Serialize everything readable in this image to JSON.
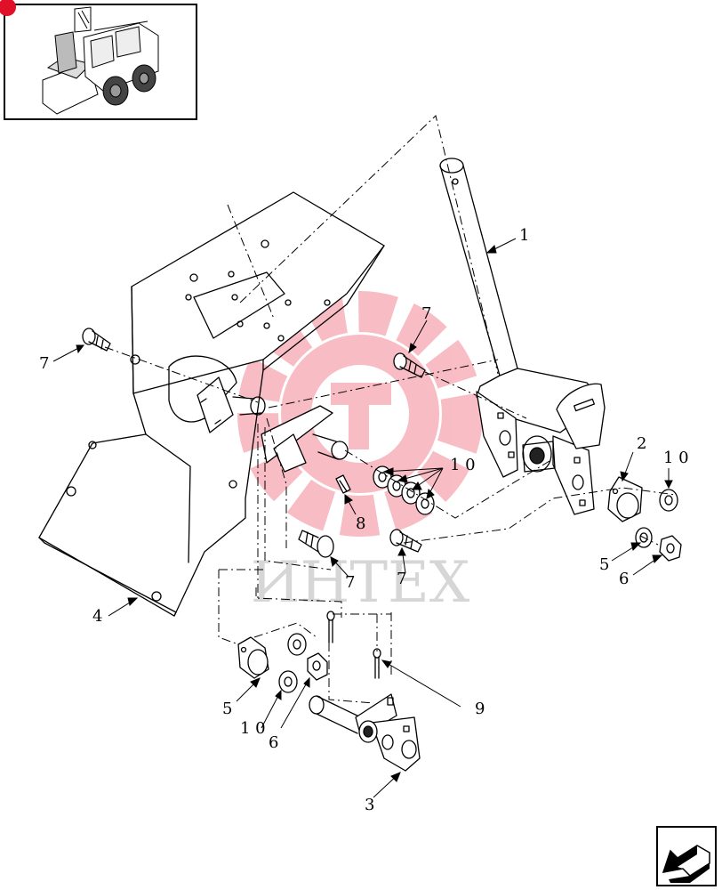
{
  "callouts": {
    "c1": "1",
    "c2": "2",
    "c3": "3",
    "c4": "4",
    "c5a": "5",
    "c5b": "5",
    "c6a": "6",
    "c6b": "6",
    "c7a": "7",
    "c7b": "7",
    "c7c": "7",
    "c7d": "7",
    "c8": "8",
    "c9": "9",
    "c10a": "1 0",
    "c10b": "1 0",
    "c10c": "1 0"
  },
  "watermark": {
    "text": "ИНТЕХ",
    "color": "#e8334a"
  },
  "colors": {
    "line": "#000000",
    "accent": "#e0102a"
  },
  "icons": {
    "thumbnail": "skid-steer-loader-icon",
    "navigation": "previous-page-arrow-icon"
  }
}
